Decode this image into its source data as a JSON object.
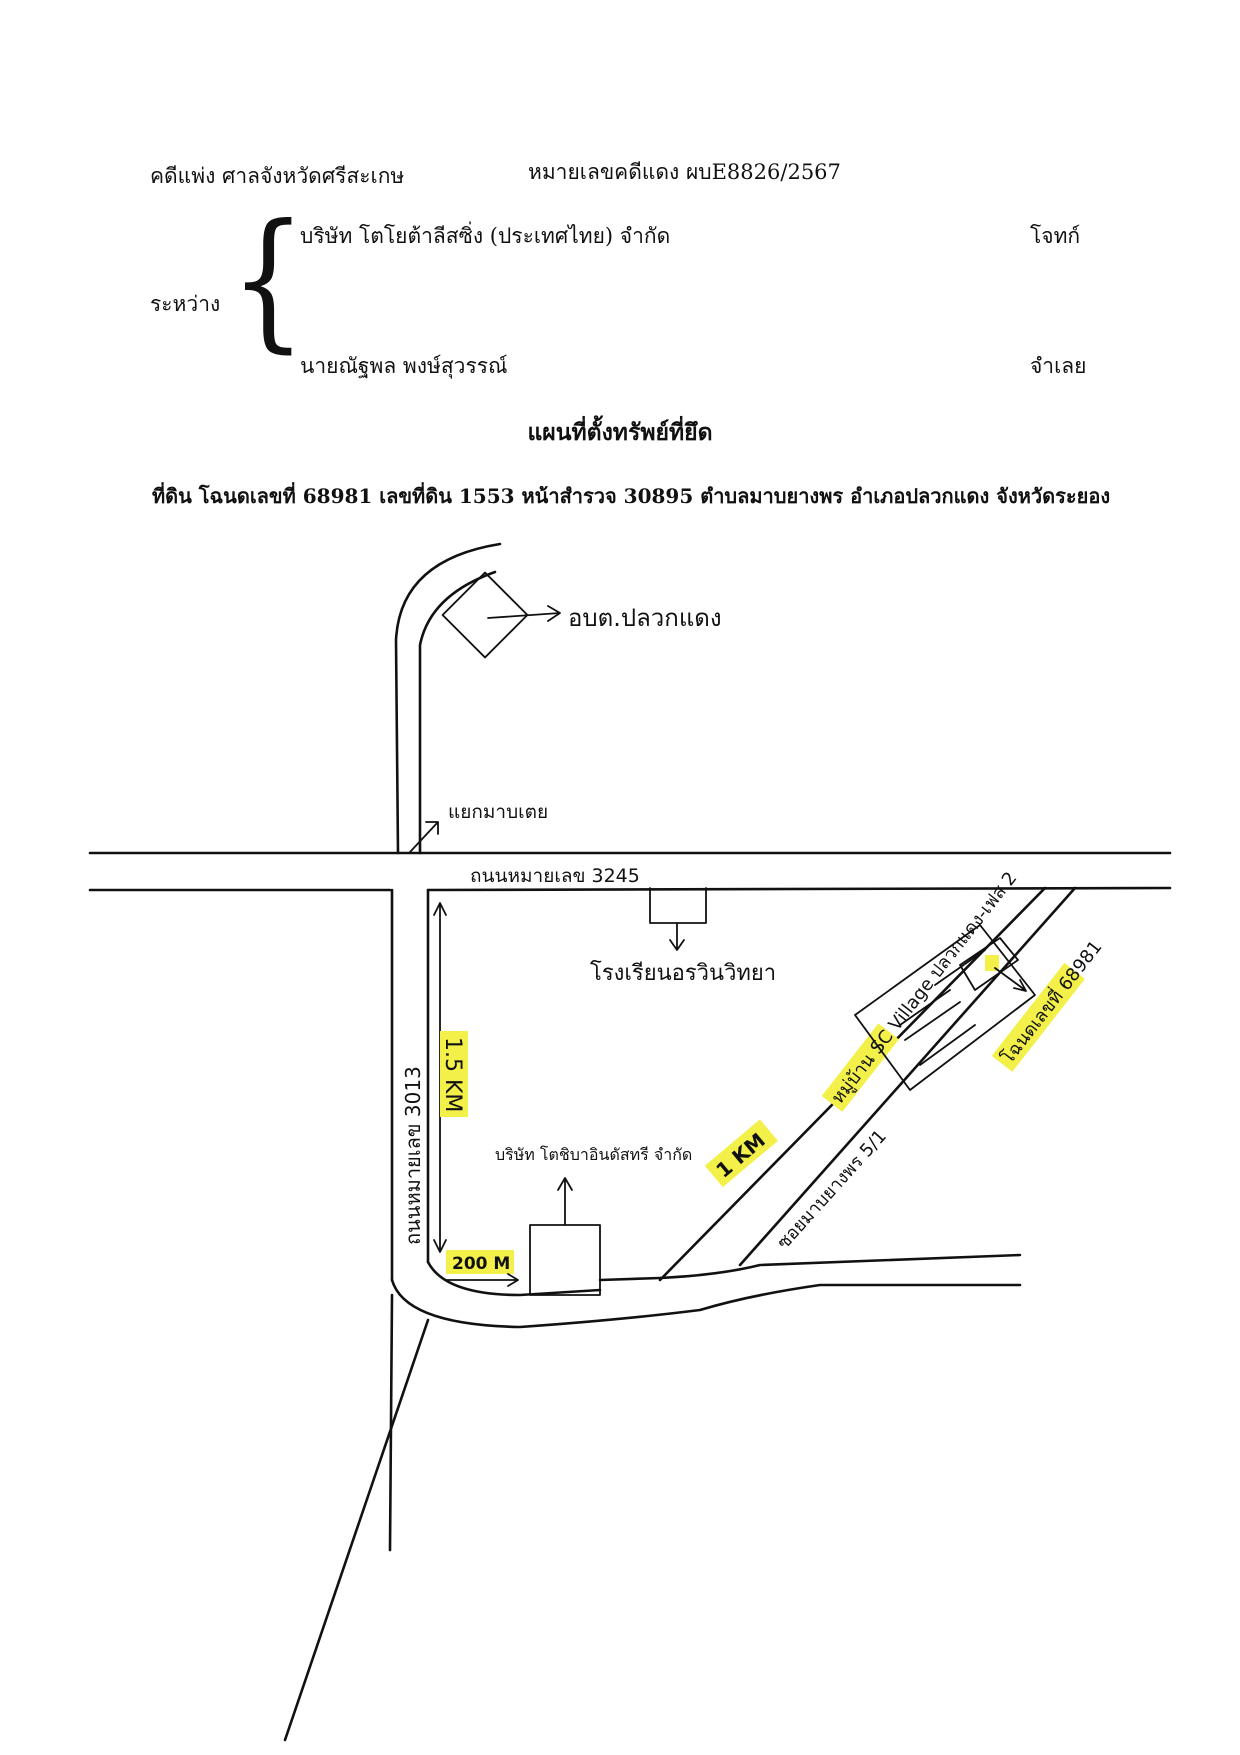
{
  "header": {
    "case_type": "คดีแพ่ง ศาลจังหวัดศรีสะเกษ",
    "case_number": "หมายเลขคดีแดง ผบE8826/2567",
    "between_label": "ระหว่าง",
    "plaintiff_name": "บริษัท โตโยต้าลีสซิ่ง (ประเทศไทย) จำกัด",
    "plaintiff_role": "โจทก์",
    "defendant_name": "นายณัฐพล  พงษ์สุวรรณ์",
    "defendant_role": "จำเลย",
    "map_title": "แผนที่ตั้งทรัพย์ที่ยึด",
    "land_description": "ที่ดิน โฉนดเลขที่ 68981 เลขที่ดิน 1553 หน้าสำรวจ 30895 ตำบลมาบยางพร อำเภอปลวกแดง จังหวัดระยอง"
  },
  "map": {
    "district_office": "อบต.ปลวกแดง",
    "intersection": "แยกมาบเตย",
    "road_3245": "ถนนหมายเลข 3245",
    "school": "โรงเรียนอรวินวิทยา",
    "road_3013": "ถนนหมายเลข 3013",
    "distance_15km": "1.5 KM",
    "distance_200m": "200 M",
    "distance_1km": "1 KM",
    "company": "บริษัท โตชิบาอินดัสทรี จำกัด",
    "soi": "ซอยมาบยางพร 5/1",
    "village": "หมู่บ้าน SC Village ปลวกแดง-เฟส 2",
    "plot": "โฉนดเลขที่ 68981"
  },
  "colors": {
    "highlight": "#f3f04a",
    "ink": "#111111"
  }
}
